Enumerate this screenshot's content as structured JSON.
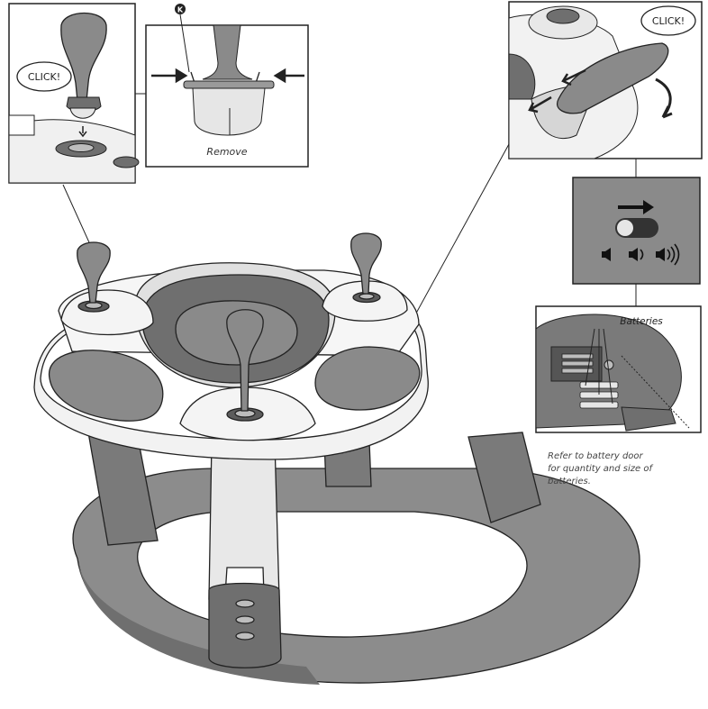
{
  "callouts": {
    "click_left": "CLICK!",
    "click_right": "CLICK!",
    "remove": "Remove",
    "part_letter": "K",
    "batteries": "Batteries"
  },
  "note": {
    "line1": "Refer to battery door",
    "line2": "for quantity and size of",
    "line3": "batteries."
  },
  "icons": {
    "arrow": "right-arrow-icon",
    "switch": "slide-switch-icon",
    "volume_low": "volume-low-icon",
    "volume_mid": "volume-mid-icon",
    "volume_high": "volume-high-icon"
  },
  "colors": {
    "dark_gray": "#6f6f6f",
    "mid_gray": "#9a9a9a",
    "light_gray": "#e6e6e6",
    "panel_gray": "#8a8a8a",
    "outline": "#222222"
  }
}
